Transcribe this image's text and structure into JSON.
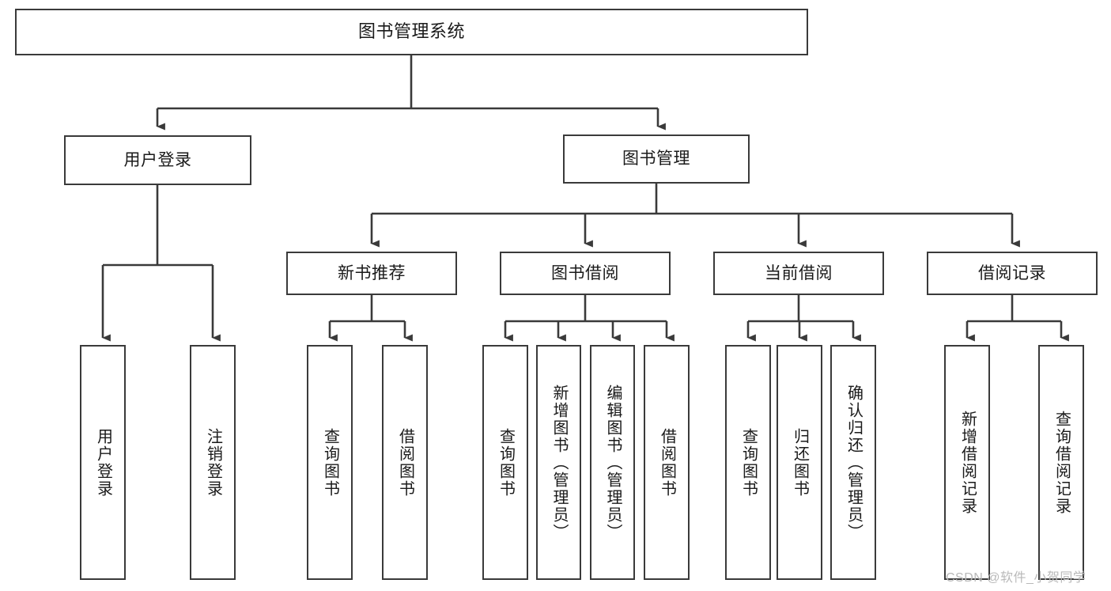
{
  "diagram": {
    "type": "tree-hierarchy-chart",
    "title": "图书管理系统",
    "background_color": "#ffffff",
    "line_color": "#3a3a3a",
    "text_color": "#1a1a1a",
    "levels": 4,
    "root": {
      "id": "root",
      "label": "图书管理系统",
      "orientation": "horizontal"
    },
    "level2": [
      {
        "id": "user-login",
        "label": "用户登录",
        "orientation": "horizontal"
      },
      {
        "id": "book-management",
        "label": "图书管理",
        "orientation": "horizontal"
      }
    ],
    "level3": [
      {
        "id": "new-book-recommend",
        "label": "新书推荐",
        "orientation": "horizontal",
        "parent": "book-management"
      },
      {
        "id": "book-borrow",
        "label": "图书借阅",
        "orientation": "horizontal",
        "parent": "book-management"
      },
      {
        "id": "current-borrow",
        "label": "当前借阅",
        "orientation": "horizontal",
        "parent": "book-management"
      },
      {
        "id": "borrow-record",
        "label": "借阅记录",
        "orientation": "horizontal",
        "parent": "book-management"
      }
    ],
    "leaves": [
      {
        "id": "leaf-user-login",
        "label": "用户登录",
        "parent": "user-login"
      },
      {
        "id": "leaf-logout-login",
        "label": "注销登录",
        "parent": "user-login"
      },
      {
        "id": "leaf-query-book-1",
        "label": "查询图书",
        "parent": "new-book-recommend"
      },
      {
        "id": "leaf-borrow-book-1",
        "label": "借阅图书",
        "parent": "new-book-recommend"
      },
      {
        "id": "leaf-query-book-2",
        "label": "查询图书",
        "parent": "book-borrow"
      },
      {
        "id": "leaf-add-book",
        "label": "新增图书（管理员）",
        "parent": "book-borrow"
      },
      {
        "id": "leaf-edit-book",
        "label": "编辑图书（管理员）",
        "parent": "book-borrow"
      },
      {
        "id": "leaf-borrow-book-2",
        "label": "借阅图书",
        "parent": "book-borrow"
      },
      {
        "id": "leaf-query-book-3",
        "label": "查询图书",
        "parent": "current-borrow"
      },
      {
        "id": "leaf-return-book",
        "label": "归还图书",
        "parent": "current-borrow"
      },
      {
        "id": "leaf-confirm-return",
        "label": "确认归还（管理员）",
        "parent": "current-borrow"
      },
      {
        "id": "leaf-add-record",
        "label": "新增借阅记录",
        "parent": "borrow-record"
      },
      {
        "id": "leaf-query-record",
        "label": "查询借阅记录",
        "parent": "borrow-record"
      }
    ]
  },
  "watermark": {
    "text": "CSDN @软件_小贺同学",
    "color": "#b9b9b9"
  }
}
